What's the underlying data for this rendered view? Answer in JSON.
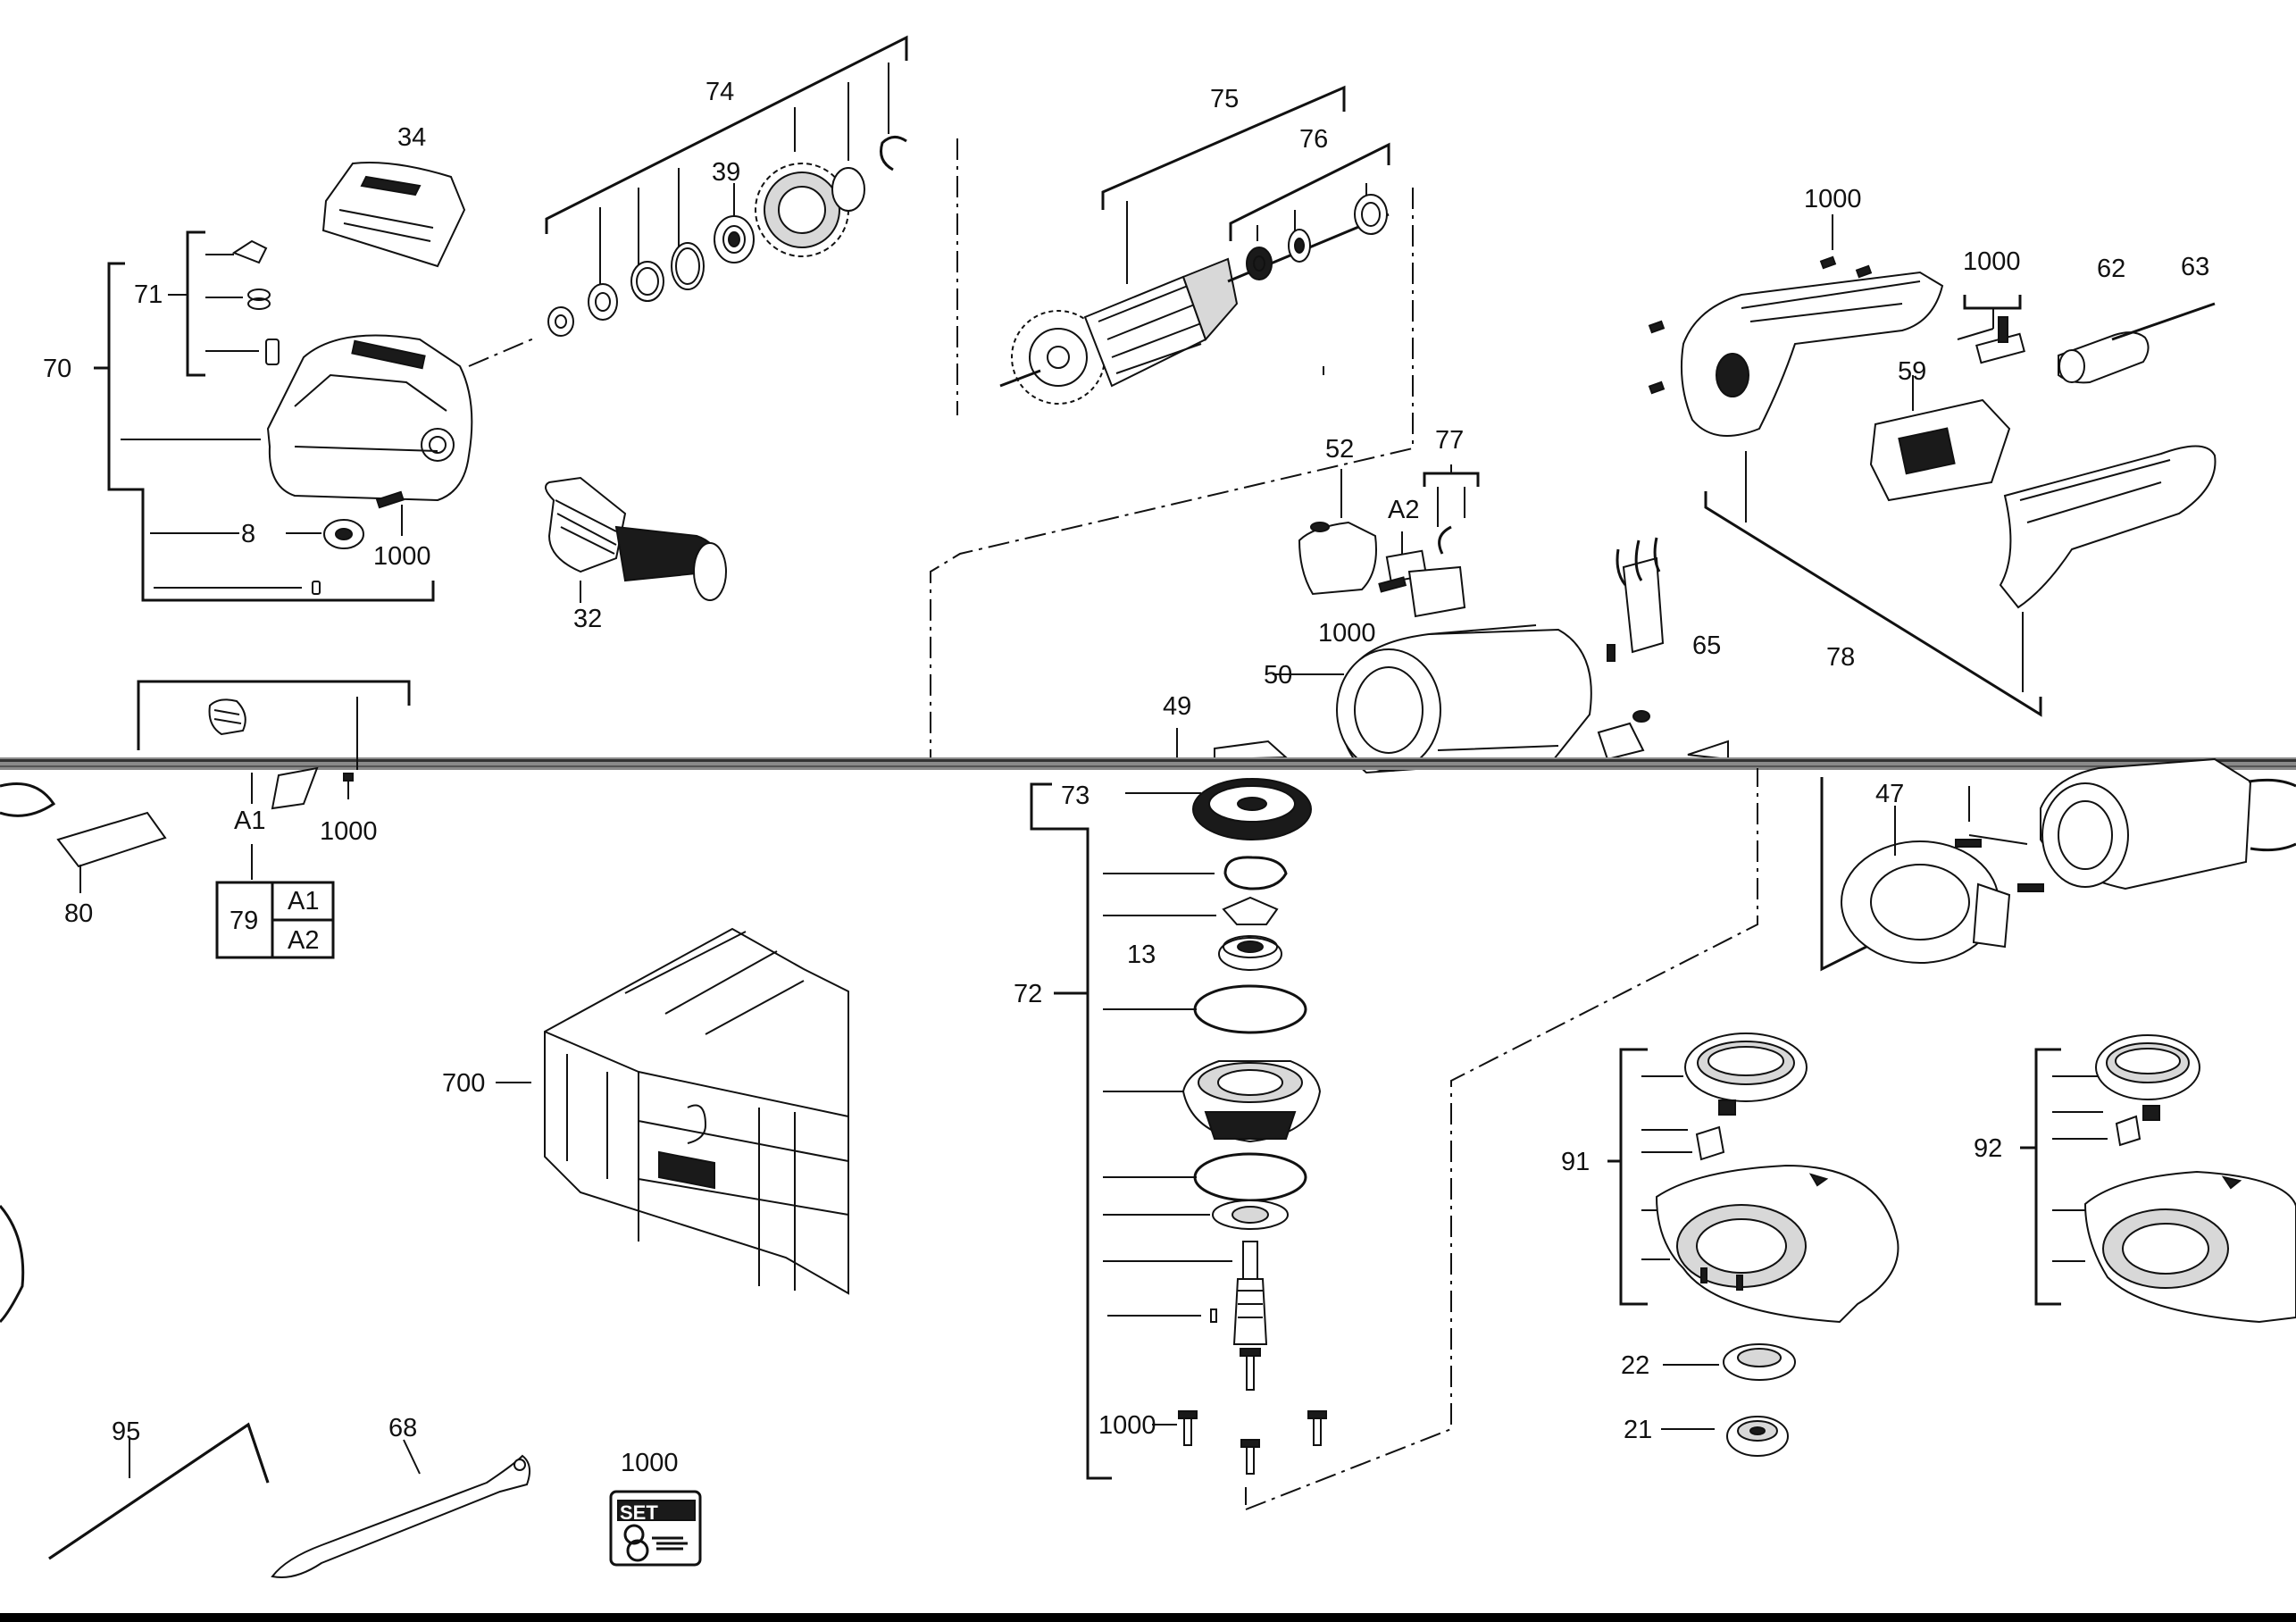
{
  "diagram": {
    "part_labels": {
      "p74": "74",
      "p34": "34",
      "p39": "39",
      "p71": "71",
      "p70": "70",
      "p8": "8",
      "p1000_a": "1000",
      "p32": "32",
      "p75": "75",
      "p76": "76",
      "p1000_b": "1000",
      "p1000_c": "1000",
      "p62": "62",
      "p63": "63",
      "p59": "59",
      "p52": "52",
      "p77": "77",
      "pA2_top": "A2",
      "p1000_d": "1000",
      "p65": "65",
      "p50": "50",
      "p49": "49",
      "p78": "78",
      "pA1": "A1",
      "p1000_e": "1000",
      "p80": "80",
      "p79": "79",
      "pA1_box": "A1",
      "pA2_box": "A2",
      "p73": "73",
      "p47": "47",
      "p13": "13",
      "p72": "72",
      "p700": "700",
      "p91": "91",
      "p92": "92",
      "p22": "22",
      "p21": "21",
      "p1000_f": "1000",
      "p95": "95",
      "p68": "68",
      "p1000_g": "1000",
      "set_icon": "SET"
    }
  }
}
